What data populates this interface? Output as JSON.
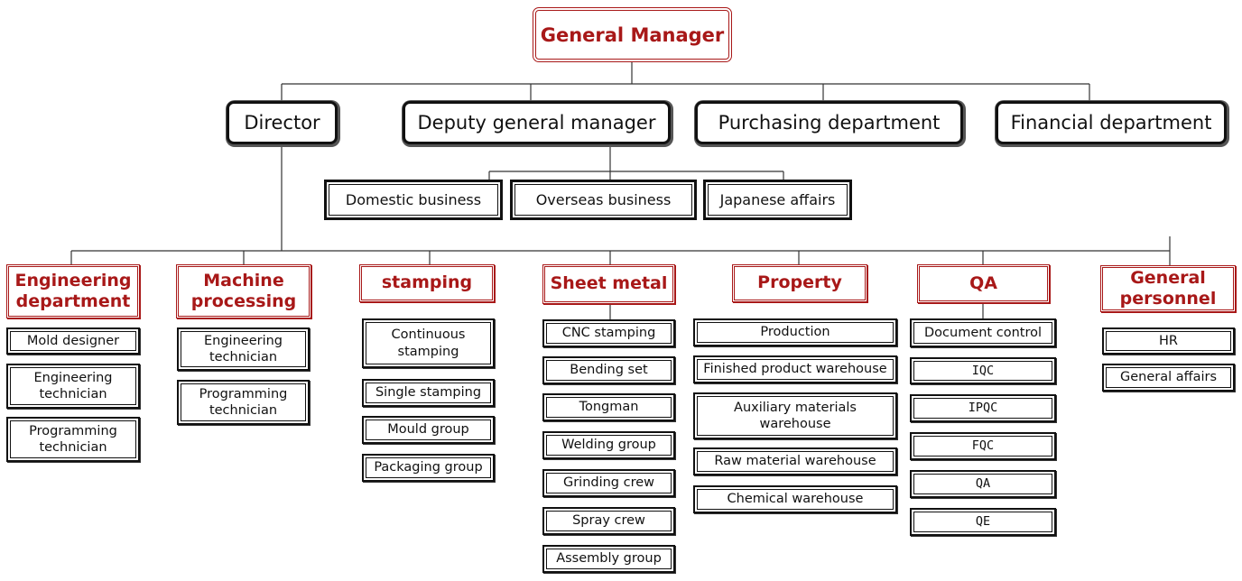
{
  "general_manager": "General Manager",
  "top_level": {
    "director": "Director",
    "deputy": "Deputy general manager",
    "purchasing": "Purchasing department",
    "financial": "Financial department"
  },
  "business": {
    "domestic": "Domestic business",
    "overseas": "Overseas business",
    "japanese": "Japanese affairs"
  },
  "departments": {
    "engineering": {
      "label": "Engineering department",
      "items": [
        "Mold designer",
        "Engineering technician",
        "Programming technician"
      ]
    },
    "machine": {
      "label": "Machine processing",
      "items": [
        "Engineering technician",
        "Programming technician"
      ]
    },
    "stamping": {
      "label": "stamping",
      "items": [
        "Continuous stamping",
        "Single stamping",
        "Mould group",
        "Packaging group"
      ]
    },
    "sheet": {
      "label": "Sheet metal",
      "items": [
        "CNC stamping",
        "Bending set",
        "Tongman",
        "Welding group",
        "Grinding crew",
        "Spray crew",
        "Assembly group"
      ]
    },
    "property": {
      "label": "Property",
      "items": [
        "Production",
        "Finished product warehouse",
        "Auxiliary materials warehouse",
        "Raw material warehouse",
        "Chemical warehouse"
      ]
    },
    "qa": {
      "label": "QA",
      "items": [
        "Document control",
        "IQC",
        "IPQC",
        "FQC",
        "QA",
        "QE"
      ]
    },
    "personnel": {
      "label": "General personnel",
      "items": [
        "HR",
        "General affairs"
      ]
    }
  }
}
